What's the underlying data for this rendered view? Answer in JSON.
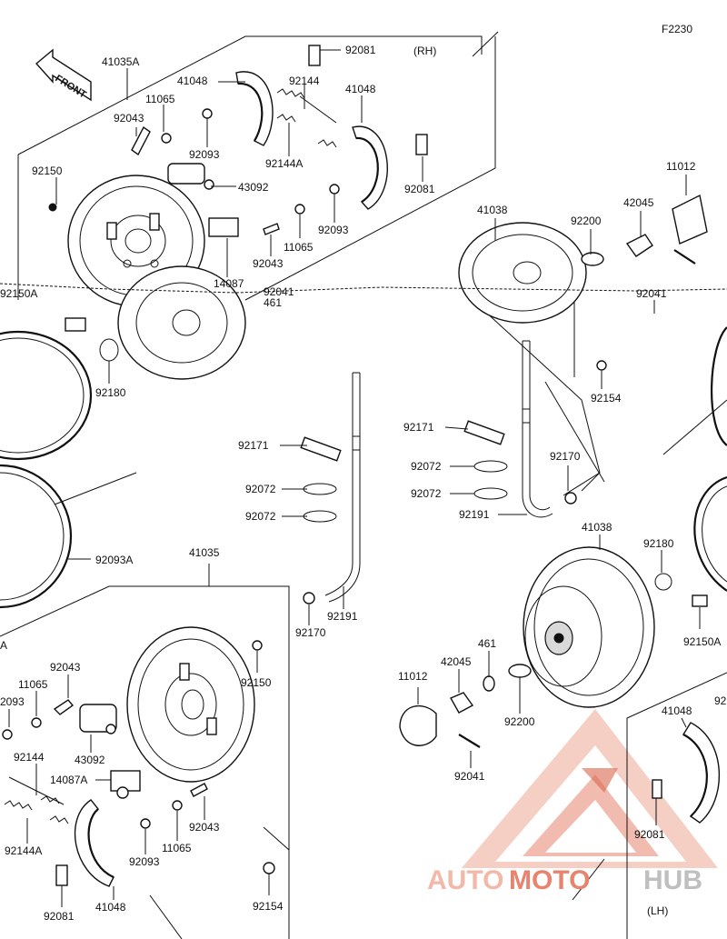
{
  "figure_code": "F2230",
  "side_right": "(RH)",
  "side_left": "(LH)",
  "front_label": "FRONT",
  "watermark": {
    "part1": "AUTO",
    "part2": "MOTO",
    "part3": "HUB",
    "color1": "#f2b8a8",
    "color2": "#e8836e",
    "color3": "#bfbfbf"
  },
  "parts": [
    {
      "text": "41035A"
    },
    {
      "text": "41048"
    },
    {
      "text": "92081"
    },
    {
      "text": "92144"
    },
    {
      "text": "41048"
    },
    {
      "text": "11065"
    },
    {
      "text": "92043"
    },
    {
      "text": "92093"
    },
    {
      "text": "92144A"
    },
    {
      "text": "92150"
    },
    {
      "text": "43092"
    },
    {
      "text": "92081"
    },
    {
      "text": "92093"
    },
    {
      "text": "11065"
    },
    {
      "text": "92043"
    },
    {
      "text": "14087"
    },
    {
      "text": "92041"
    },
    {
      "text": "461"
    },
    {
      "text": "92150A"
    },
    {
      "text": "92180"
    },
    {
      "text": "41038"
    },
    {
      "text": "92200"
    },
    {
      "text": "42045"
    },
    {
      "text": "11012"
    },
    {
      "text": "92154"
    },
    {
      "text": "92171"
    },
    {
      "text": "92072"
    },
    {
      "text": "92072"
    },
    {
      "text": "92171"
    },
    {
      "text": "92072"
    },
    {
      "text": "92072"
    },
    {
      "text": "92170"
    },
    {
      "text": "92191"
    },
    {
      "text": "92093A"
    },
    {
      "text": "41035"
    },
    {
      "text": "92170"
    },
    {
      "text": "92191"
    },
    {
      "text": "41038"
    },
    {
      "text": "92180"
    },
    {
      "text": "92150"
    },
    {
      "text": "92043"
    },
    {
      "text": "11065"
    },
    {
      "text": "2093"
    },
    {
      "text": "43092"
    },
    {
      "text": "92144"
    },
    {
      "text": "14087A"
    },
    {
      "text": "92043"
    },
    {
      "text": "11065"
    },
    {
      "text": "92144A"
    },
    {
      "text": "92093"
    },
    {
      "text": "92081"
    },
    {
      "text": "41048"
    },
    {
      "text": "92154"
    },
    {
      "text": "461"
    },
    {
      "text": "42045"
    },
    {
      "text": "11012"
    },
    {
      "text": "92200"
    },
    {
      "text": "92041"
    },
    {
      "text": "41048"
    },
    {
      "text": "92081"
    },
    {
      "text": "92150A"
    },
    {
      "text": "92"
    },
    {
      "text": "A"
    },
    {
      "text": "92041"
    }
  ]
}
